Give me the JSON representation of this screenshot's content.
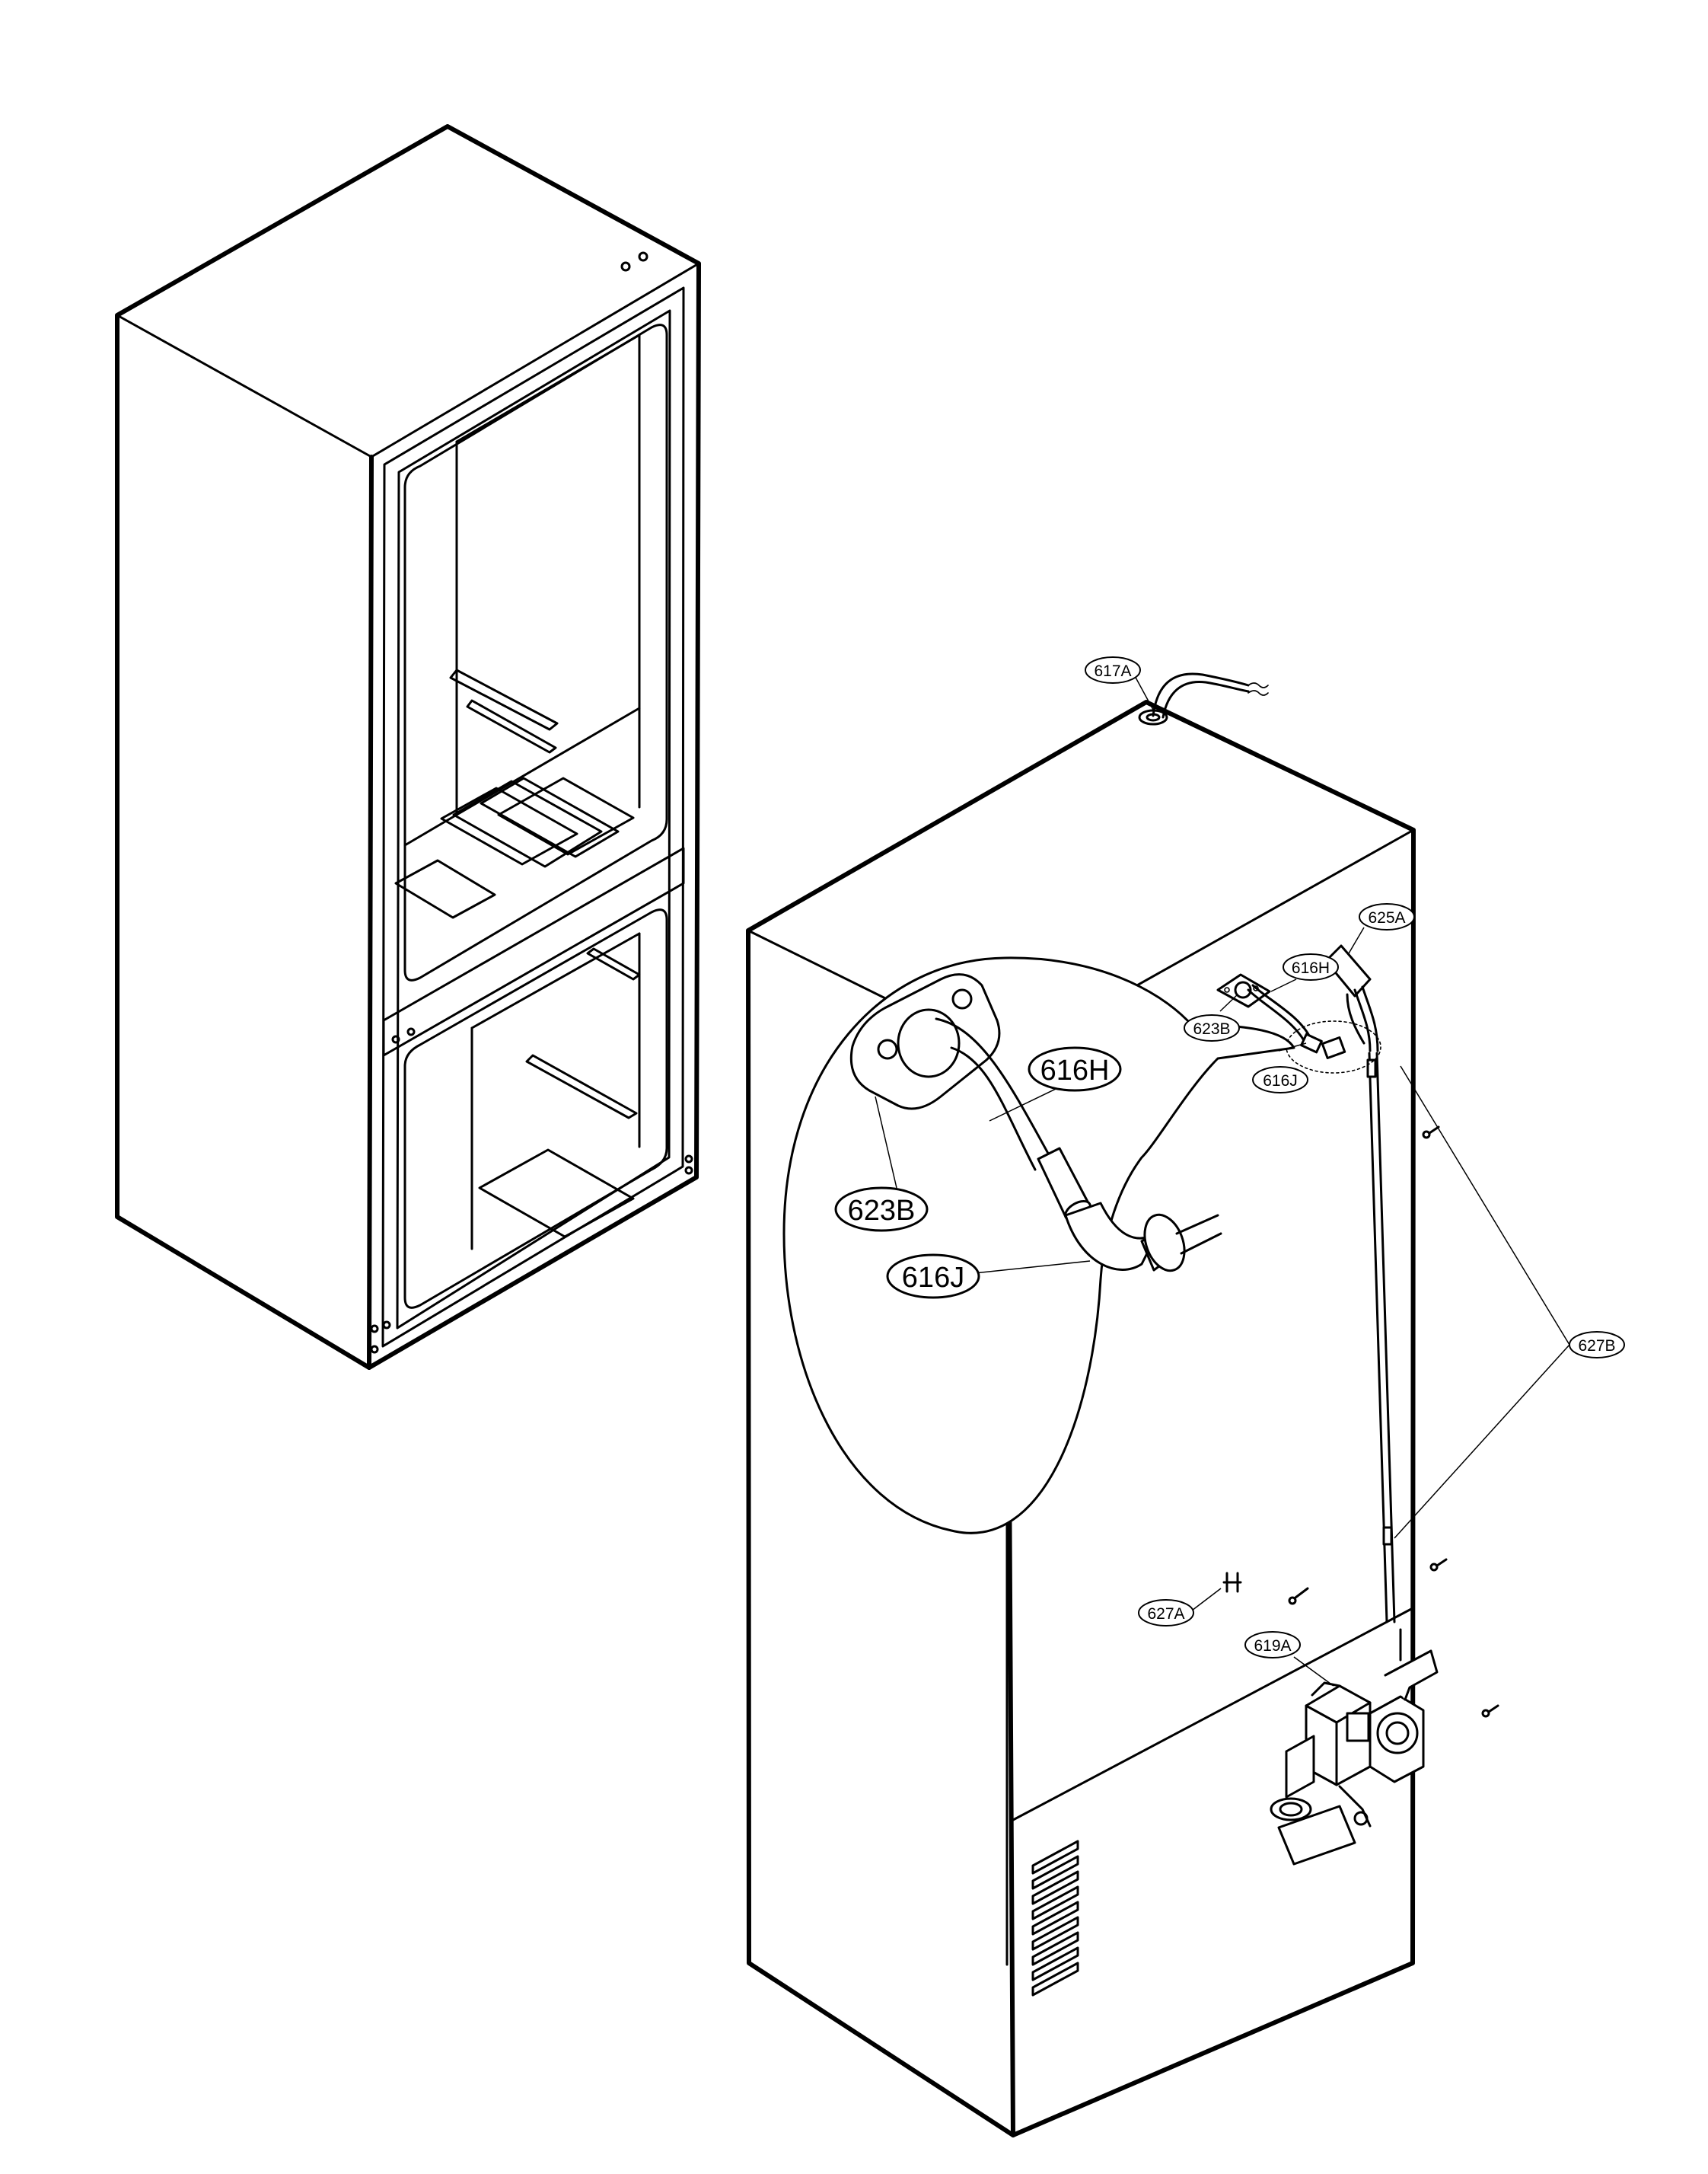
{
  "callouts": {
    "c617A": "617A",
    "c625A": "625A",
    "c616H": "616H",
    "c623B": "623B",
    "c616J": "616J",
    "c627B": "627B",
    "c627A": "627A",
    "c619A": "619A"
  },
  "detail": {
    "c616H": "616H",
    "c623B": "623B",
    "c616J": "616J"
  }
}
